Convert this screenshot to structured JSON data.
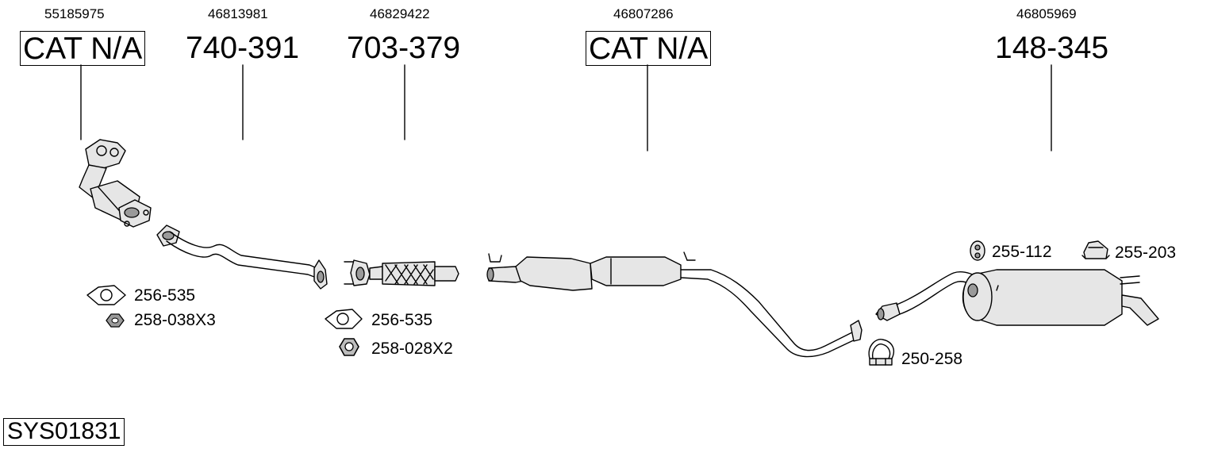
{
  "parts": [
    {
      "oe": "55185975",
      "number": "CAT N/A",
      "boxed": true
    },
    {
      "oe": "46813981",
      "number": "740-391",
      "boxed": false
    },
    {
      "oe": "46829422",
      "number": "703-379",
      "boxed": false
    },
    {
      "oe": "46807286",
      "number": "CAT N/A",
      "boxed": true
    },
    {
      "oe": "46805969",
      "number": "148-345",
      "boxed": false
    }
  ],
  "accessories": [
    {
      "label": "256-535",
      "icon": "gasket-icon"
    },
    {
      "label": "258-038X3",
      "icon": "nut-icon"
    },
    {
      "label": "256-535",
      "icon": "gasket-icon"
    },
    {
      "label": "258-028X2",
      "icon": "nut-icon"
    },
    {
      "label": "255-112",
      "icon": "rubber-mount-icon"
    },
    {
      "label": "255-203",
      "icon": "mounting-bracket-icon"
    },
    {
      "label": "250-258",
      "icon": "clamp-icon"
    }
  ],
  "system_code": "SYS01831"
}
